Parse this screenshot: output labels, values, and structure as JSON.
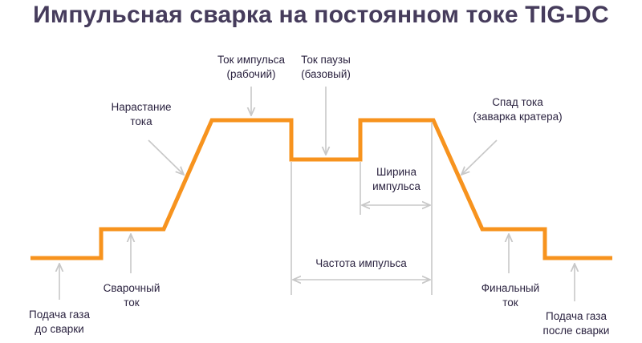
{
  "title": "Импульсная сварка на постоянном токе TIG-DC",
  "colors": {
    "curve": "#f7931e",
    "arrows": "#c8c8c8",
    "title": "#463c5c",
    "text": "#2b2340"
  },
  "labels": {
    "pulse_current": [
      "Ток импульса",
      "(рабочий)"
    ],
    "pause_current": [
      "Ток паузы",
      "(базовый)"
    ],
    "upslope": [
      "Нарастание",
      "тока"
    ],
    "downslope": [
      "Спад тока",
      "(заварка кратера)"
    ],
    "pulse_width": [
      "Ширина",
      "импульса"
    ],
    "pulse_frequency": [
      "Частота импульса"
    ],
    "welding_current": [
      "Сварочный",
      "ток"
    ],
    "final_current": [
      "Финальный",
      "ток"
    ],
    "pre_flow": [
      "Подача газа",
      "до сварки"
    ],
    "post_flow": [
      "Подача газа",
      "после сварки"
    ]
  }
}
